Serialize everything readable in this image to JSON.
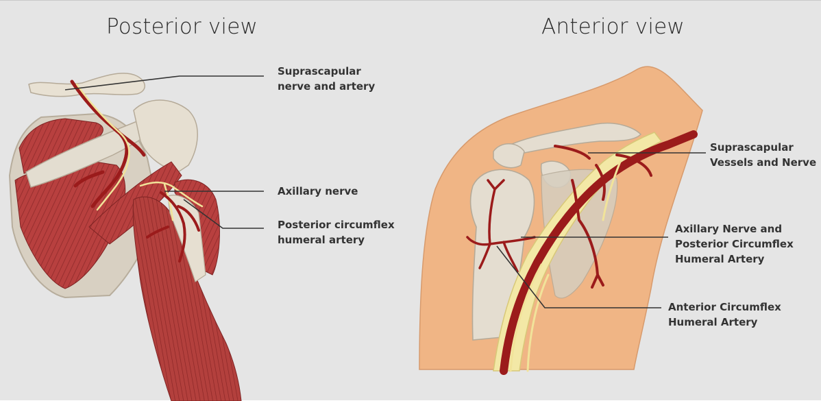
{
  "posterior": {
    "title": "Posterior view",
    "labels": {
      "suprascapular": [
        "Suprascapular",
        "nerve and artery"
      ],
      "axillary": [
        "Axillary nerve"
      ],
      "circumflex": [
        "Posterior circumflex",
        "humeral artery"
      ]
    }
  },
  "anterior": {
    "title": "Anterior view",
    "labels": {
      "suprascapular": [
        "Suprascapular",
        "Vessels and Nerve"
      ],
      "axillary": [
        "Axillary Nerve and",
        "Posterior Circumflex",
        "Humeral Artery"
      ],
      "anterior_circumflex": [
        "Anterior Circumflex",
        "Humeral Artery"
      ]
    }
  },
  "colors": {
    "background": "#e5e5e5",
    "skin": "#f0b585",
    "bone": "#ddd6c8",
    "muscle": "#b8403f",
    "artery": "#9b1b1b",
    "nerve": "#f1e39a",
    "leader": "#333333"
  }
}
